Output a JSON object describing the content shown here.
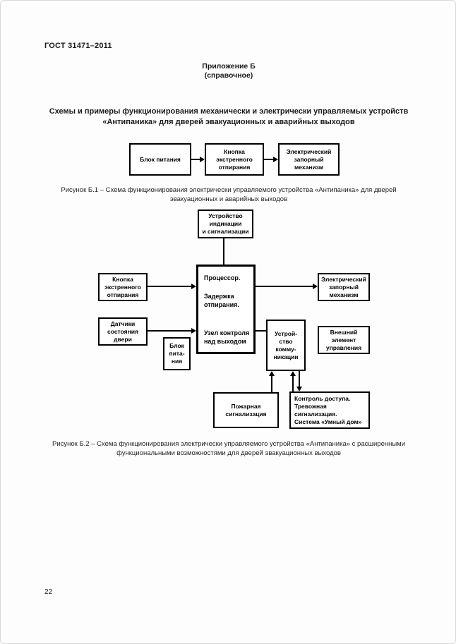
{
  "page": {
    "doc_code": "ГОСТ 31471–2011",
    "appendix_label": "Приложение Б",
    "appendix_kind": "(справочное)",
    "title": "Схемы и примеры функционирования механически и электрически управляемых устройств\n«Антипаника» для дверей эвакуационных и аварийных выходов",
    "page_number": "22"
  },
  "figure_b1": {
    "caption": "Рисунок Б.1 – Схема функционирования электрически управляемого устройства «Антипаника» для дверей\nэвакуационных и аварийных выходов",
    "boxes": {
      "power_supply": "Блок питания",
      "emergency_button": "Кнопка\nэкстренного\nотпирания",
      "electric_lock": "Электрический\nзапорный\nмеханизм"
    }
  },
  "figure_b2": {
    "caption": "Рисунок Б.2 – Схема функционирования электрически управляемого устройства «Антипаника» с расширенными\nфункциональными возможностями для дверей эвакуационных выходов",
    "boxes": {
      "indication_device": "Устройство\nиндикации\nи сигнализации",
      "processor_title": "Процессор.",
      "processor_delay": "Задержка\nотпирания.",
      "processor_exit_control": "Узел контроля\nнад выходом",
      "emergency_button": "Кнопка\nэкстренного\nотпирания",
      "door_sensors": "Датчики\nсостояния\nдвери",
      "power_supply": "Блок\nпита-\nния",
      "electric_lock": "Электрический\nзапорный\nмеханизм",
      "communication_device": "Устрой-\nство\nкомму-\nникации",
      "external_control": "Внешний\nэлемент\nуправления",
      "fire_alarm": "Пожарная\nсигнализация",
      "access_control": "Контроль доступа.\nТревожная\nсигнализация.\nСистема «Умный дом»"
    }
  },
  "colors": {
    "line": "#000000",
    "paper": "#fdfdfd"
  }
}
